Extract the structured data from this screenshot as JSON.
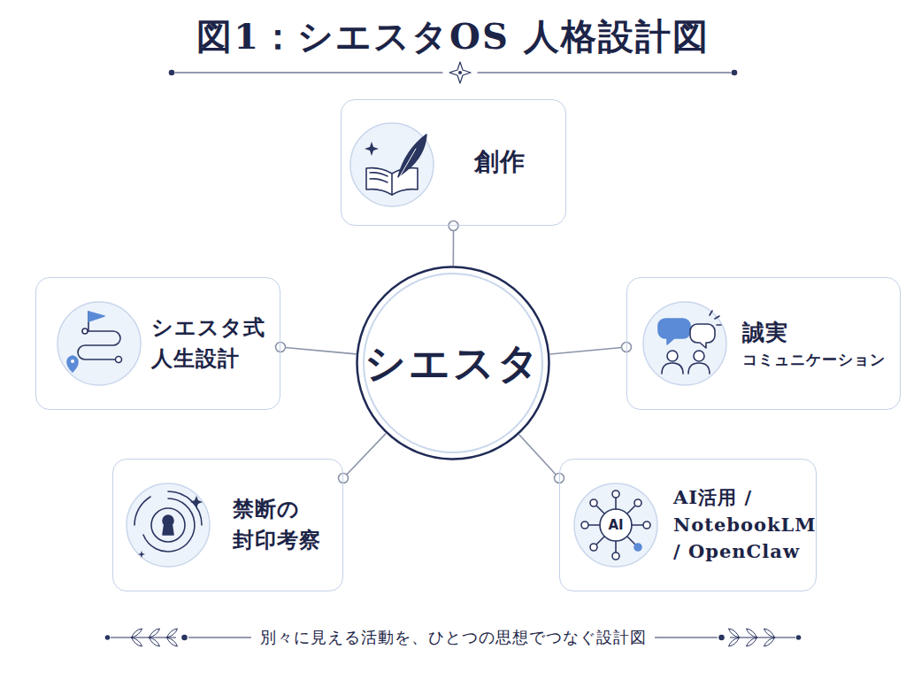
{
  "diagram": {
    "title": "図1：シエスタOS 人格設計図",
    "caption": "別々に見える活動を、ひとつの思想でつなぐ設計図",
    "nodes": [
      {
        "text": [
          "創作"
        ]
      },
      {
        "text": [
          "シエスタ式 人生設計"
        ]
      },
      {
        "text": [
          "シエスタ"
        ]
      },
      {
        "text": [
          "誠実",
          "コミュニケーション"
        ]
      },
      {
        "text": [
          "禁断の 封印考察"
        ]
      },
      {
        "text": [
          "AI活用 / NotebookLM / OpenClaw"
        ]
      }
    ],
    "edges": [
      {
        "from": 2,
        "to": 0,
        "arrow": "none"
      },
      {
        "from": 2,
        "to": 1,
        "arrow": "none"
      },
      {
        "from": 2,
        "to": 3,
        "arrow": "none"
      },
      {
        "from": 2,
        "to": 4,
        "arrow": "none"
      },
      {
        "from": 2,
        "to": 5,
        "arrow": "none"
      }
    ],
    "labels": [
      "AI"
    ]
  }
}
